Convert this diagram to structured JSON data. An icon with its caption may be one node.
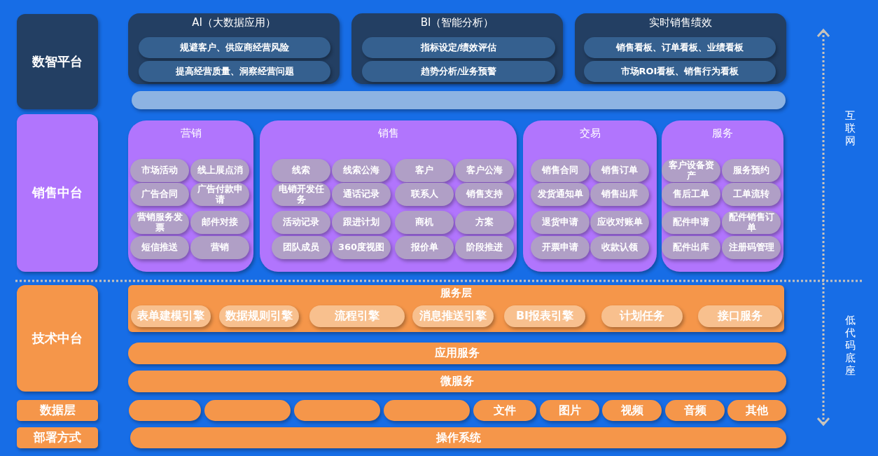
{
  "diagram": {
    "nodes": [
      {
        "text": [
          "数智平台"
        ]
      },
      {
        "text": [
          "AI（大数据应用）"
        ]
      },
      {
        "text": [
          "规避客户、供应商经营风险"
        ],
        "in": 1
      },
      {
        "text": [
          "提高经营质量、洞察经营问题"
        ],
        "in": 1
      },
      {
        "text": [
          "BI（智能分析）"
        ]
      },
      {
        "text": [
          "指标设定/绩效评估"
        ],
        "in": 4
      },
      {
        "text": [
          "趋势分析/业务预警"
        ],
        "in": 4
      },
      {
        "text": [
          "实时销售绩效"
        ]
      },
      {
        "text": [
          "销售看板、订单看板、业绩看板"
        ],
        "in": 7
      },
      {
        "text": [
          "市场ROI看板、销售行为看板"
        ],
        "in": 7
      },
      {
        "text": [],
        "shape": "bar"
      },
      {
        "text": [
          "销售中台"
        ]
      },
      {
        "text": [
          "营销"
        ]
      },
      {
        "text": [
          "市场活动"
        ],
        "in": 12
      },
      {
        "text": [
          "线上展点消"
        ],
        "in": 12
      },
      {
        "text": [
          "广告合同"
        ],
        "in": 12
      },
      {
        "text": [
          "广告付款申请"
        ],
        "in": 12
      },
      {
        "text": [
          "营销服务发票"
        ],
        "in": 12
      },
      {
        "text": [
          "邮件对接"
        ],
        "in": 12
      },
      {
        "text": [
          "短信推送"
        ],
        "in": 12
      },
      {
        "text": [
          "营销"
        ],
        "in": 12
      },
      {
        "text": [
          "销售"
        ]
      },
      {
        "text": [
          "线索"
        ],
        "in": 21
      },
      {
        "text": [
          "线索公海"
        ],
        "in": 21
      },
      {
        "text": [
          "客户"
        ],
        "in": 21
      },
      {
        "text": [
          "客户公海"
        ],
        "in": 21
      },
      {
        "text": [
          "电销开发任务"
        ],
        "in": 21
      },
      {
        "text": [
          "通话记录"
        ],
        "in": 21
      },
      {
        "text": [
          "联系人"
        ],
        "in": 21
      },
      {
        "text": [
          "销售支持"
        ],
        "in": 21
      },
      {
        "text": [
          "活动记录"
        ],
        "in": 21
      },
      {
        "text": [
          "跟进计划"
        ],
        "in": 21
      },
      {
        "text": [
          "商机"
        ],
        "in": 21
      },
      {
        "text": [
          "方案"
        ],
        "in": 21
      },
      {
        "text": [
          "团队成员"
        ],
        "in": 21
      },
      {
        "text": [
          "360度视图"
        ],
        "in": 21
      },
      {
        "text": [
          "报价单"
        ],
        "in": 21
      },
      {
        "text": [
          "阶段推进"
        ],
        "in": 21
      },
      {
        "text": [
          "交易"
        ]
      },
      {
        "text": [
          "销售合同"
        ],
        "in": 38
      },
      {
        "text": [
          "销售订单"
        ],
        "in": 38
      },
      {
        "text": [
          "发货通知单"
        ],
        "in": 38
      },
      {
        "text": [
          "销售出库"
        ],
        "in": 38
      },
      {
        "text": [
          "退货申请"
        ],
        "in": 38
      },
      {
        "text": [
          "应收对账单"
        ],
        "in": 38
      },
      {
        "text": [
          "开票申请"
        ],
        "in": 38
      },
      {
        "text": [
          "收款认领"
        ],
        "in": 38
      },
      {
        "text": [
          "服务"
        ]
      },
      {
        "text": [
          "客户设备资产"
        ],
        "in": 47
      },
      {
        "text": [
          "服务预约"
        ],
        "in": 47
      },
      {
        "text": [
          "售后工单"
        ],
        "in": 47
      },
      {
        "text": [
          "工单流转"
        ],
        "in": 47
      },
      {
        "text": [
          "配件申请"
        ],
        "in": 47
      },
      {
        "text": [
          "配件销售订单"
        ],
        "in": 47
      },
      {
        "text": [
          "配件出库"
        ],
        "in": 47
      },
      {
        "text": [
          "注册码管理"
        ],
        "in": 47
      },
      {
        "text": [
          "技术中台"
        ]
      },
      {
        "text": [
          "服务层"
        ]
      },
      {
        "text": [
          "表单建模引擎"
        ],
        "in": 57
      },
      {
        "text": [
          "数据规则引擎"
        ],
        "in": 57
      },
      {
        "text": [
          "流程引擎"
        ],
        "in": 57
      },
      {
        "text": [
          "消息推送引擎"
        ],
        "in": 57
      },
      {
        "text": [
          "BI报表引擎"
        ],
        "in": 57
      },
      {
        "text": [
          "计划任务"
        ],
        "in": 57
      },
      {
        "text": [
          "接口服务"
        ],
        "in": 57
      },
      {
        "text": [
          "应用服务"
        ]
      },
      {
        "text": [
          "微服务"
        ]
      },
      {
        "text": [
          "数据层"
        ]
      },
      {
        "text": [],
        "shape": "bar"
      },
      {
        "text": [],
        "shape": "bar"
      },
      {
        "text": [],
        "shape": "bar"
      },
      {
        "text": [],
        "shape": "bar"
      },
      {
        "text": [
          "文件"
        ]
      },
      {
        "text": [
          "图片"
        ]
      },
      {
        "text": [
          "视频"
        ]
      },
      {
        "text": [
          "音频"
        ]
      },
      {
        "text": [
          "其他"
        ]
      },
      {
        "text": [
          "部署方式"
        ]
      },
      {
        "text": [
          "操作系统"
        ]
      }
    ],
    "labels": [
      "互联网",
      "低代码底座"
    ]
  }
}
